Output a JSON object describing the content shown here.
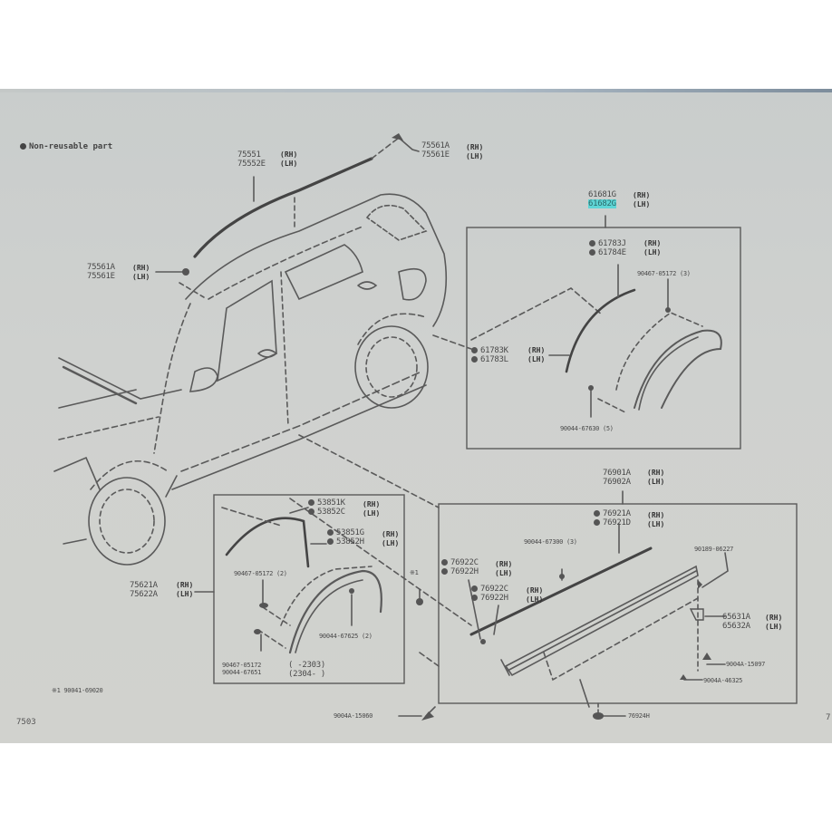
{
  "legend": {
    "symbol": "dot",
    "text": "Non-reusable part"
  },
  "side_codes": {
    "rh": "(RH)",
    "lh": "(LH)"
  },
  "callouts": {
    "roof_molding": {
      "parts": [
        "75551",
        "75552E"
      ],
      "sides": [
        "(RH)",
        "(LH)"
      ]
    },
    "roof_clip_rear": {
      "parts": [
        "75561A",
        "75561E"
      ],
      "sides": [
        "(RH)",
        "(LH)"
      ]
    },
    "roof_clip_front": {
      "parts": [
        "75561A",
        "75561E"
      ],
      "sides": [
        "(RH)",
        "(LH)"
      ]
    },
    "rear_arch_assy": {
      "parts": [
        "61681G",
        "61682G"
      ],
      "sides": [
        "(RH)",
        "(LH)"
      ],
      "highlighted_part": "61682G"
    },
    "rear_arch_seal_upper": {
      "parts": [
        "61783J",
        "61784E"
      ],
      "sides": [
        "(RH)",
        "(LH)"
      ],
      "non_reusable": true
    },
    "rear_arch_seal_lower": {
      "parts": [
        "61783K",
        "61783L"
      ],
      "sides": [
        "(RH)",
        "(LH)"
      ],
      "non_reusable": true
    },
    "rear_arch_clip": {
      "part": "90467-05172 (3)"
    },
    "rear_arch_screw": {
      "part": "90044-67630 (5)"
    },
    "front_arch_seal_1": {
      "parts": [
        "53851K",
        "53852C"
      ],
      "sides": [
        "(RH)",
        "(LH)"
      ],
      "non_reusable": true
    },
    "front_arch_seal_2": {
      "parts": [
        "53851G",
        "53852H"
      ],
      "sides": [
        "(RH)",
        "(LH)"
      ],
      "non_reusable": true
    },
    "front_arch_assy": {
      "parts": [
        "75621A",
        "75622A"
      ],
      "sides": [
        "(RH)",
        "(LH)"
      ]
    },
    "front_arch_clip_1": {
      "part": "90467-05172 (2)"
    },
    "front_arch_screw": {
      "part": "90044-67625 (2)"
    },
    "front_arch_clip_2": {
      "parts": [
        "90467-05172",
        "90044-67651"
      ]
    },
    "date_range": {
      "lines": [
        "(      -2303)",
        "(2304-      )"
      ]
    },
    "star_note_marker": {
      "text": "※1"
    },
    "star_note": {
      "text": "※1  90041-69020"
    },
    "rocker_assy": {
      "parts": [
        "76901A",
        "76902A"
      ],
      "sides": [
        "(RH)",
        "(LH)"
      ]
    },
    "rocker_seal_upper": {
      "parts": [
        "76921A",
        "76921D"
      ],
      "sides": [
        "(RH)",
        "(LH)"
      ],
      "non_reusable": true
    },
    "rocker_screw": {
      "part": "90044-67300 (3)"
    },
    "rocker_seal_front_1": {
      "parts": [
        "76922C",
        "76922H"
      ],
      "sides": [
        "(RH)",
        "(LH)"
      ],
      "non_reusable": true
    },
    "rocker_seal_front_2": {
      "parts": [
        "76922C",
        "76922H"
      ],
      "sides": [
        "(RH)",
        "(LH)"
      ],
      "non_reusable": true
    },
    "rocker_bolt": {
      "part": "90189-06227"
    },
    "rocker_bracket": {
      "parts": [
        "65631A",
        "65632A"
      ],
      "sides": [
        "(RH)",
        "(LH)"
      ]
    },
    "rocker_nut_1": {
      "part": "9004A-15097"
    },
    "rocker_nut_2": {
      "part": "9004A-46325"
    },
    "bottom_clip": {
      "part": "9004A-15060"
    },
    "bottom_grommet": {
      "part": "76924H"
    }
  },
  "page": {
    "number_left": "7503",
    "number_right": "7"
  }
}
